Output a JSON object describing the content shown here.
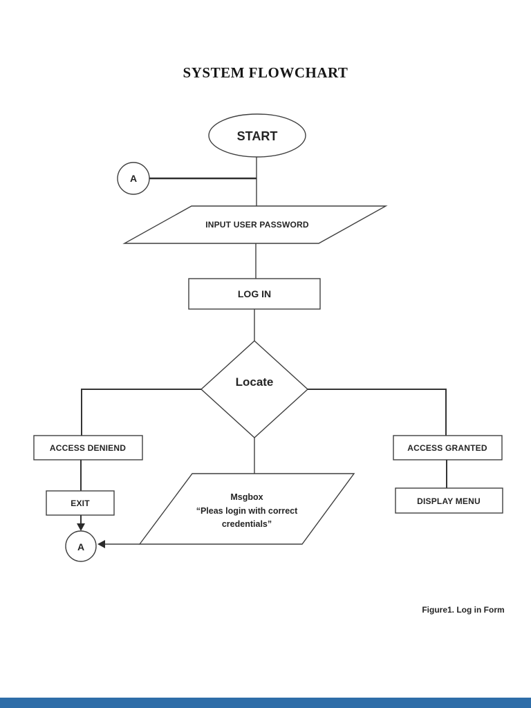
{
  "page": {
    "title": "SYSTEM FLOWCHART",
    "caption": "Figure1. Log in Form"
  },
  "flowchart": {
    "start_label": "START",
    "connector_top_label": "A",
    "input_label": "INPUT USER PASSWORD",
    "login_label": "LOG IN",
    "decision_label": "Locate",
    "access_denied_label": "ACCESS DENIEND",
    "exit_label": "EXIT",
    "connector_bottom_label": "A",
    "msgbox_line1": "Msgbox",
    "msgbox_line2": "“Pleas login with correct",
    "msgbox_line3": "credentials”",
    "access_granted_label": "ACCESS GRANTED",
    "display_menu_label": "DISPLAY MENU"
  },
  "colors": {
    "line": "#3f3f3f",
    "text": "#242424",
    "page_background": "#ffffff",
    "bottom_bar": "#2e6da8"
  }
}
